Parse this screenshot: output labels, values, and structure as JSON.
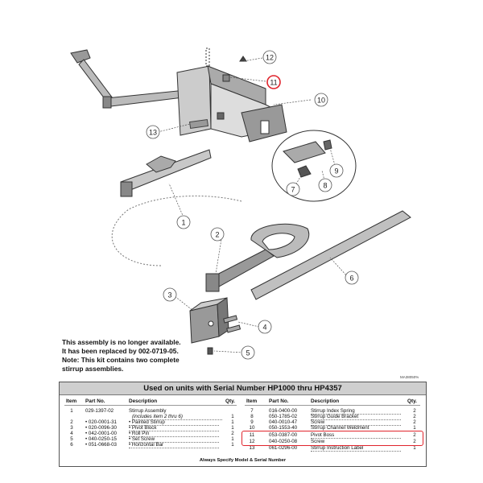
{
  "diagram": {
    "callouts": [
      "1",
      "2",
      "3",
      "4",
      "5",
      "6",
      "7",
      "8",
      "9",
      "10",
      "11",
      "12",
      "13"
    ],
    "figure_code": "MA38050%"
  },
  "notice": {
    "line1": "This assembly is no longer available.",
    "line2": "It has been replaced by 002-0719-05.",
    "line3": "Note:  This kit contains two complete",
    "line4": "stirrup assemblies."
  },
  "parts_table": {
    "title": "Used on units with Serial Number HP1000 thru HP4357",
    "headers": {
      "item": "Item",
      "part": "Part No.",
      "desc": "Description",
      "qty": "Qty."
    },
    "left": [
      {
        "item": "1",
        "part": "029-1397-02",
        "desc": "Stirrup Assembly",
        "qty": ""
      },
      {
        "item": "",
        "part": "",
        "desc": "(includes item 2 thru 6)",
        "qty": "1"
      },
      {
        "item": "2",
        "part": "• 020-0001-31",
        "desc": "• Painted Stirrup",
        "qty": "1"
      },
      {
        "item": "3",
        "part": "• 020-0096-30",
        "desc": "• Pivot Block",
        "qty": "1"
      },
      {
        "item": "4",
        "part": "• 042-0001-00",
        "desc": "• Roll Pin",
        "qty": "2"
      },
      {
        "item": "5",
        "part": "• 040-0250-15",
        "desc": "• Set Screw",
        "qty": "1"
      },
      {
        "item": "6",
        "part": "• 051-0668-03",
        "desc": "• Horizontal Bar",
        "qty": "1"
      }
    ],
    "right": [
      {
        "item": "7",
        "part": "016-0400-00",
        "desc": "Stirrup Index Spring",
        "qty": "2"
      },
      {
        "item": "8",
        "part": "050-1785-02",
        "desc": "Stirrup Guide Bracket",
        "qty": "2"
      },
      {
        "item": "9",
        "part": "040-0010-47",
        "desc": "Screw",
        "qty": "2"
      },
      {
        "item": "10",
        "part": "050-1553-40",
        "desc": "Stirrup Channel Weldment",
        "qty": "1"
      },
      {
        "item": "11",
        "part": "053-0387-00",
        "desc": "Pivot Boss",
        "qty": "2"
      },
      {
        "item": "12",
        "part": "040-0250-08",
        "desc": "Screw",
        "qty": "2"
      },
      {
        "item": "13",
        "part": "061-0296-00",
        "desc": "Stirrup Instruction Label",
        "qty": "1"
      }
    ],
    "footnote": "Always Specify Model & Serial Number",
    "highlight_color": "#e0242c"
  }
}
